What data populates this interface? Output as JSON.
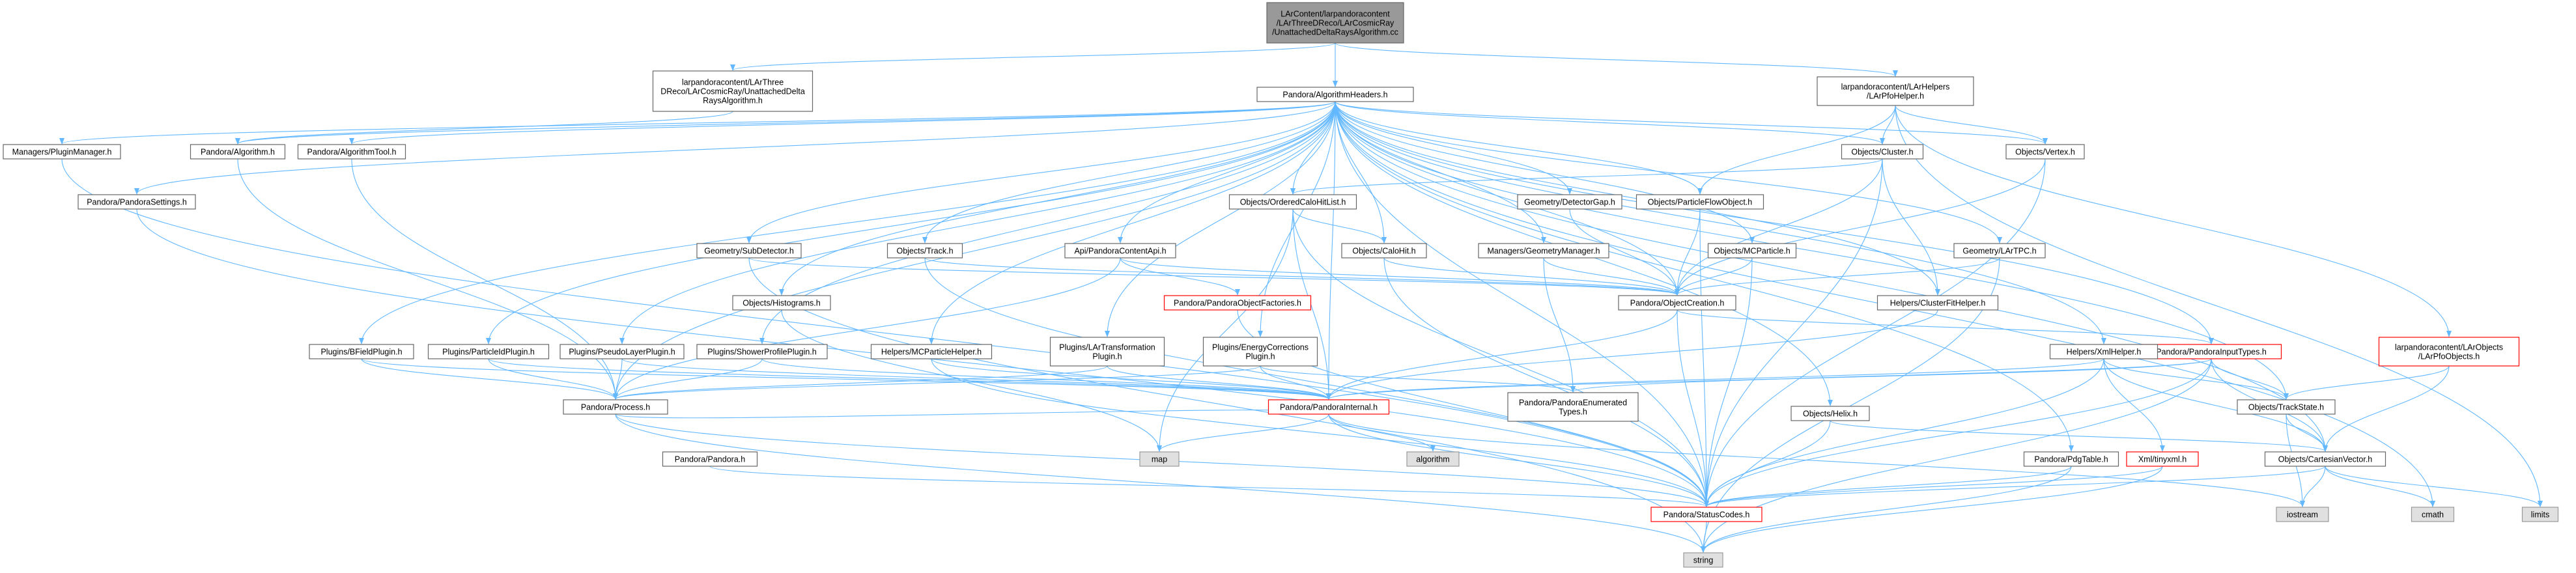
{
  "colors": {
    "edge": "#63b8ff",
    "node_border": "#666666",
    "node_fill": "#ffffff",
    "root_fill": "#999999",
    "root_border": "#666666",
    "system_fill": "#e0e0e0",
    "system_border": "#999999",
    "missing_border": "#ff0000",
    "text": "#000000"
  },
  "nodes": [
    {
      "id": "root",
      "kind": "root",
      "lines": [
        "LArContent/larpandoracontent",
        "/LArThreeDReco/LArCosmicRay",
        "/UnattachedDeltaRaysAlgorithm.cc"
      ]
    },
    {
      "id": "uda_h",
      "kind": "normal",
      "lines": [
        "larpandoracontent/LArThree",
        "DReco/LArCosmicRay/UnattachedDelta",
        "RaysAlgorithm.h"
      ]
    },
    {
      "id": "alg_headers",
      "kind": "normal",
      "lines": [
        "Pandora/AlgorithmHeaders.h"
      ]
    },
    {
      "id": "lar_pfo_helper",
      "kind": "normal",
      "lines": [
        "larpandoracontent/LArHelpers",
        "/LArPfoHelper.h"
      ]
    },
    {
      "id": "plugin_mgr",
      "kind": "normal",
      "lines": [
        "Managers/PluginManager.h"
      ]
    },
    {
      "id": "pandora_alg",
      "kind": "normal",
      "lines": [
        "Pandora/Algorithm.h"
      ]
    },
    {
      "id": "pandora_algtool",
      "kind": "normal",
      "lines": [
        "Pandora/AlgorithmTool.h"
      ]
    },
    {
      "id": "pandora_settings",
      "kind": "normal",
      "lines": [
        "Pandora/PandoraSettings.h"
      ]
    },
    {
      "id": "obj_cluster",
      "kind": "normal",
      "lines": [
        "Objects/Cluster.h"
      ]
    },
    {
      "id": "obj_vertex",
      "kind": "normal",
      "lines": [
        "Objects/Vertex.h"
      ]
    },
    {
      "id": "obj_ordered",
      "kind": "normal",
      "lines": [
        "Objects/OrderedCaloHitList.h"
      ]
    },
    {
      "id": "geo_gap",
      "kind": "normal",
      "lines": [
        "Geometry/DetectorGap.h"
      ]
    },
    {
      "id": "obj_pfo",
      "kind": "normal",
      "lines": [
        "Objects/ParticleFlowObject.h"
      ]
    },
    {
      "id": "geo_subdet",
      "kind": "normal",
      "lines": [
        "Geometry/SubDetector.h"
      ]
    },
    {
      "id": "obj_track",
      "kind": "normal",
      "lines": [
        "Objects/Track.h"
      ]
    },
    {
      "id": "api_content",
      "kind": "normal",
      "lines": [
        "Api/PandoraContentApi.h"
      ]
    },
    {
      "id": "obj_calohit",
      "kind": "normal",
      "lines": [
        "Objects/CaloHit.h"
      ]
    },
    {
      "id": "mgr_geometry",
      "kind": "normal",
      "lines": [
        "Managers/GeometryManager.h"
      ]
    },
    {
      "id": "obj_mcparticle",
      "kind": "normal",
      "lines": [
        "Objects/MCParticle.h"
      ]
    },
    {
      "id": "geo_lartpc",
      "kind": "normal",
      "lines": [
        "Geometry/LArTPC.h"
      ]
    },
    {
      "id": "obj_histograms",
      "kind": "normal",
      "lines": [
        "Objects/Histograms.h"
      ]
    },
    {
      "id": "obj_factories",
      "kind": "missing",
      "lines": [
        "Pandora/PandoraObjectFactories.h"
      ]
    },
    {
      "id": "pandora_objcreation",
      "kind": "normal",
      "lines": [
        "Pandora/ObjectCreation.h"
      ]
    },
    {
      "id": "helpers_clusterfit",
      "kind": "normal",
      "lines": [
        "Helpers/ClusterFitHelper.h"
      ]
    },
    {
      "id": "pandora_inputtypes",
      "kind": "missing",
      "lines": [
        "Pandora/PandoraInputTypes.h"
      ]
    },
    {
      "id": "lar_pfo_objects",
      "kind": "missing",
      "lines": [
        "larpandoracontent/LArObjects",
        "/LArPfoObjects.h"
      ]
    },
    {
      "id": "plugin_bfield",
      "kind": "normal",
      "lines": [
        "Plugins/BFieldPlugin.h"
      ]
    },
    {
      "id": "plugin_pid",
      "kind": "normal",
      "lines": [
        "Plugins/ParticleIdPlugin.h"
      ]
    },
    {
      "id": "plugin_pseudo",
      "kind": "normal",
      "lines": [
        "Plugins/PseudoLayerPlugin.h"
      ]
    },
    {
      "id": "plugin_shower",
      "kind": "normal",
      "lines": [
        "Plugins/ShowerProfilePlugin.h"
      ]
    },
    {
      "id": "helpers_mcp",
      "kind": "normal",
      "lines": [
        "Helpers/MCParticleHelper.h"
      ]
    },
    {
      "id": "plugin_lartrans",
      "kind": "normal",
      "lines": [
        "Plugins/LArTransformation",
        "Plugin.h"
      ]
    },
    {
      "id": "plugin_energy",
      "kind": "normal",
      "lines": [
        "Plugins/EnergyCorrections",
        "Plugin.h"
      ]
    },
    {
      "id": "helpers_xml",
      "kind": "normal",
      "lines": [
        "Helpers/XmlHelper.h"
      ]
    },
    {
      "id": "obj_trackstate",
      "kind": "normal",
      "lines": [
        "Objects/TrackState.h"
      ]
    },
    {
      "id": "pandora_process",
      "kind": "normal",
      "lines": [
        "Pandora/Process.h"
      ]
    },
    {
      "id": "pandora_internal",
      "kind": "missing",
      "lines": [
        "Pandora/PandoraInternal.h"
      ]
    },
    {
      "id": "pandora_enum",
      "kind": "normal",
      "lines": [
        "Pandora/PandoraEnumerated",
        "Types.h"
      ]
    },
    {
      "id": "obj_helix",
      "kind": "normal",
      "lines": [
        "Objects/Helix.h"
      ]
    },
    {
      "id": "tinyxml",
      "kind": "missing",
      "lines": [
        "Xml/tinyxml.h"
      ]
    },
    {
      "id": "obj_cartesian",
      "kind": "normal",
      "lines": [
        "Objects/CartesianVector.h"
      ]
    },
    {
      "id": "pandora_pandora",
      "kind": "normal",
      "lines": [
        "Pandora/Pandora.h"
      ]
    },
    {
      "id": "pandora_pdg",
      "kind": "normal",
      "lines": [
        "Pandora/PdgTable.h"
      ]
    },
    {
      "id": "map",
      "kind": "system",
      "lines": [
        "map"
      ]
    },
    {
      "id": "algorithm",
      "kind": "system",
      "lines": [
        "algorithm"
      ]
    },
    {
      "id": "iostream",
      "kind": "system",
      "lines": [
        "iostream"
      ]
    },
    {
      "id": "cmath",
      "kind": "system",
      "lines": [
        "cmath"
      ]
    },
    {
      "id": "limits",
      "kind": "system",
      "lines": [
        "limits"
      ]
    },
    {
      "id": "status_codes",
      "kind": "missing",
      "lines": [
        "Pandora/StatusCodes.h"
      ]
    },
    {
      "id": "string",
      "kind": "system",
      "lines": [
        "string"
      ]
    }
  ],
  "edges": [
    [
      "root",
      "uda_h"
    ],
    [
      "root",
      "alg_headers"
    ],
    [
      "root",
      "lar_pfo_helper"
    ],
    [
      "uda_h",
      "pandora_alg"
    ],
    [
      "alg_headers",
      "plugin_mgr"
    ],
    [
      "alg_headers",
      "pandora_alg"
    ],
    [
      "alg_headers",
      "pandora_algtool"
    ],
    [
      "alg_headers",
      "pandora_settings"
    ],
    [
      "alg_headers",
      "obj_cluster"
    ],
    [
      "alg_headers",
      "obj_vertex"
    ],
    [
      "alg_headers",
      "obj_ordered"
    ],
    [
      "alg_headers",
      "geo_gap"
    ],
    [
      "alg_headers",
      "obj_pfo"
    ],
    [
      "alg_headers",
      "geo_subdet"
    ],
    [
      "alg_headers",
      "obj_track"
    ],
    [
      "alg_headers",
      "api_content"
    ],
    [
      "alg_headers",
      "obj_calohit"
    ],
    [
      "alg_headers",
      "mgr_geometry"
    ],
    [
      "alg_headers",
      "obj_mcparticle"
    ],
    [
      "alg_headers",
      "geo_lartpc"
    ],
    [
      "alg_headers",
      "obj_histograms"
    ],
    [
      "alg_headers",
      "pandora_objcreation"
    ],
    [
      "alg_headers",
      "helpers_clusterfit"
    ],
    [
      "alg_headers",
      "pandora_inputtypes"
    ],
    [
      "alg_headers",
      "plugin_bfield"
    ],
    [
      "alg_headers",
      "plugin_pid"
    ],
    [
      "alg_headers",
      "plugin_pseudo"
    ],
    [
      "alg_headers",
      "plugin_shower"
    ],
    [
      "alg_headers",
      "helpers_mcp"
    ],
    [
      "alg_headers",
      "plugin_lartrans"
    ],
    [
      "alg_headers",
      "plugin_energy"
    ],
    [
      "alg_headers",
      "helpers_xml"
    ],
    [
      "alg_headers",
      "obj_trackstate"
    ],
    [
      "alg_headers",
      "pandora_internal"
    ],
    [
      "alg_headers",
      "obj_helix"
    ],
    [
      "alg_headers",
      "pandora_pdg"
    ],
    [
      "alg_headers",
      "obj_cartesian"
    ],
    [
      "alg_headers",
      "status_codes"
    ],
    [
      "alg_headers",
      "cmath"
    ],
    [
      "alg_headers",
      "pandora_process"
    ],
    [
      "lar_pfo_helper",
      "obj_cluster"
    ],
    [
      "lar_pfo_helper",
      "obj_vertex"
    ],
    [
      "lar_pfo_helper",
      "obj_pfo"
    ],
    [
      "lar_pfo_helper",
      "lar_pfo_objects"
    ],
    [
      "lar_pfo_helper",
      "limits"
    ],
    [
      "plugin_mgr",
      "status_codes"
    ],
    [
      "pandora_alg",
      "pandora_process"
    ],
    [
      "pandora_algtool",
      "pandora_process"
    ],
    [
      "pandora_settings",
      "status_codes"
    ],
    [
      "obj_cluster",
      "obj_ordered"
    ],
    [
      "obj_cluster",
      "helpers_clusterfit"
    ],
    [
      "obj_cluster",
      "pandora_objcreation"
    ],
    [
      "obj_cluster",
      "status_codes"
    ],
    [
      "obj_vertex",
      "pandora_objcreation"
    ],
    [
      "obj_vertex",
      "status_codes"
    ],
    [
      "obj_ordered",
      "obj_calohit"
    ],
    [
      "obj_ordered",
      "pandora_internal"
    ],
    [
      "obj_ordered",
      "map"
    ],
    [
      "obj_ordered",
      "status_codes"
    ],
    [
      "geo_gap",
      "pandora_objcreation"
    ],
    [
      "obj_pfo",
      "pandora_objcreation"
    ],
    [
      "obj_pfo",
      "status_codes"
    ],
    [
      "geo_subdet",
      "pandora_objcreation"
    ],
    [
      "geo_subdet",
      "string"
    ],
    [
      "obj_track",
      "pandora_objcreation"
    ],
    [
      "obj_track",
      "status_codes"
    ],
    [
      "api_content",
      "pandora_objcreation"
    ],
    [
      "api_content",
      "obj_factories"
    ],
    [
      "api_content",
      "pandora_process"
    ],
    [
      "obj_calohit",
      "pandora_objcreation"
    ],
    [
      "obj_calohit",
      "status_codes"
    ],
    [
      "mgr_geometry",
      "pandora_objcreation"
    ],
    [
      "mgr_geometry",
      "pandora_enum"
    ],
    [
      "obj_mcparticle",
      "pandora_objcreation"
    ],
    [
      "obj_mcparticle",
      "status_codes"
    ],
    [
      "geo_lartpc",
      "pandora_objcreation"
    ],
    [
      "geo_lartpc",
      "string"
    ],
    [
      "obj_histograms",
      "map"
    ],
    [
      "obj_factories",
      "status_codes"
    ],
    [
      "pandora_objcreation",
      "pandora_inputtypes"
    ],
    [
      "pandora_objcreation",
      "pandora_internal"
    ],
    [
      "pandora_objcreation",
      "status_codes"
    ],
    [
      "helpers_clusterfit",
      "pandora_internal"
    ],
    [
      "pandora_inputtypes",
      "pandora_enum"
    ],
    [
      "pandora_inputtypes",
      "pandora_internal"
    ],
    [
      "pandora_inputtypes",
      "obj_trackstate"
    ],
    [
      "pandora_inputtypes",
      "obj_cartesian"
    ],
    [
      "pandora_inputtypes",
      "status_codes"
    ],
    [
      "pandora_inputtypes",
      "string"
    ],
    [
      "lar_pfo_objects",
      "obj_trackstate"
    ],
    [
      "lar_pfo_objects",
      "obj_cartesian"
    ],
    [
      "plugin_bfield",
      "pandora_process"
    ],
    [
      "plugin_bfield",
      "pandora_internal"
    ],
    [
      "plugin_pid",
      "pandora_process"
    ],
    [
      "plugin_pid",
      "pandora_internal"
    ],
    [
      "plugin_pseudo",
      "pandora_process"
    ],
    [
      "plugin_pseudo",
      "pandora_internal"
    ],
    [
      "plugin_shower",
      "pandora_process"
    ],
    [
      "plugin_shower",
      "pandora_internal"
    ],
    [
      "helpers_mcp",
      "pandora_internal"
    ],
    [
      "helpers_mcp",
      "status_codes"
    ],
    [
      "plugin_lartrans",
      "pandora_process"
    ],
    [
      "plugin_lartrans",
      "pandora_internal"
    ],
    [
      "plugin_energy",
      "pandora_process"
    ],
    [
      "plugin_energy",
      "pandora_internal"
    ],
    [
      "plugin_energy",
      "pandora_enum"
    ],
    [
      "helpers_xml",
      "tinyxml"
    ],
    [
      "helpers_xml",
      "obj_trackstate"
    ],
    [
      "helpers_xml",
      "obj_cartesian"
    ],
    [
      "helpers_xml",
      "pandora_internal"
    ],
    [
      "helpers_xml",
      "status_codes"
    ],
    [
      "obj_trackstate",
      "obj_cartesian"
    ],
    [
      "obj_trackstate",
      "iostream"
    ],
    [
      "pandora_process",
      "pandora_internal"
    ],
    [
      "pandora_process",
      "status_codes"
    ],
    [
      "pandora_process",
      "string"
    ],
    [
      "pandora_internal",
      "map"
    ],
    [
      "pandora_internal",
      "algorithm"
    ],
    [
      "pandora_internal",
      "iostream"
    ],
    [
      "pandora_internal",
      "status_codes"
    ],
    [
      "obj_helix",
      "obj_cartesian"
    ],
    [
      "obj_helix",
      "status_codes"
    ],
    [
      "tinyxml",
      "string"
    ],
    [
      "tinyxml",
      "status_codes"
    ],
    [
      "obj_cartesian",
      "iostream"
    ],
    [
      "obj_cartesian",
      "cmath"
    ],
    [
      "obj_cartesian",
      "limits"
    ],
    [
      "obj_cartesian",
      "status_codes"
    ],
    [
      "pandora_pandora",
      "status_codes"
    ],
    [
      "pandora_pdg",
      "status_codes"
    ],
    [
      "pandora_pdg",
      "string"
    ],
    [
      "status_codes",
      "string"
    ]
  ]
}
